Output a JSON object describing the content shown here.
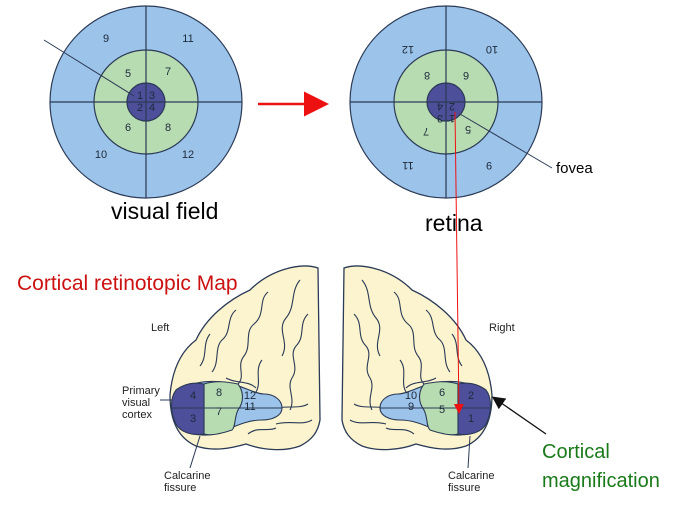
{
  "labels": {
    "visual_field": "visual field",
    "retina": "retina",
    "fovea": "fovea",
    "cortical_map": "Cortical retinotopic Map",
    "left": "Left",
    "right": "Right",
    "primary_visual_cortex": [
      "Primary",
      "visual",
      "cortex"
    ],
    "calcarine_fissure": [
      "Calcarine",
      "fissure"
    ],
    "cortical_magnification": [
      "Cortical",
      "magnification"
    ]
  },
  "visual_field_regions": [
    "1",
    "2",
    "3",
    "4",
    "5",
    "6",
    "7",
    "8",
    "9",
    "10",
    "11",
    "12"
  ],
  "retina_regions": [
    "1",
    "2",
    "3",
    "4",
    "5",
    "6",
    "7",
    "8",
    "9",
    "10",
    "11",
    "12"
  ],
  "left_cortex_regions": [
    "3",
    "4",
    "7",
    "8",
    "11",
    "12"
  ],
  "right_cortex_regions": [
    "1",
    "2",
    "5",
    "6",
    "9",
    "10"
  ],
  "colors": {
    "outer_ring": "#9cc3ea",
    "middle_ring": "#b8dcb2",
    "center": "#4e4f9a",
    "outline": "#2b3a55",
    "brain": "#fbf4cf",
    "arrow_red": "#ee1111",
    "title_red": "#cc1111",
    "magnification_green": "#1a7a1a"
  }
}
